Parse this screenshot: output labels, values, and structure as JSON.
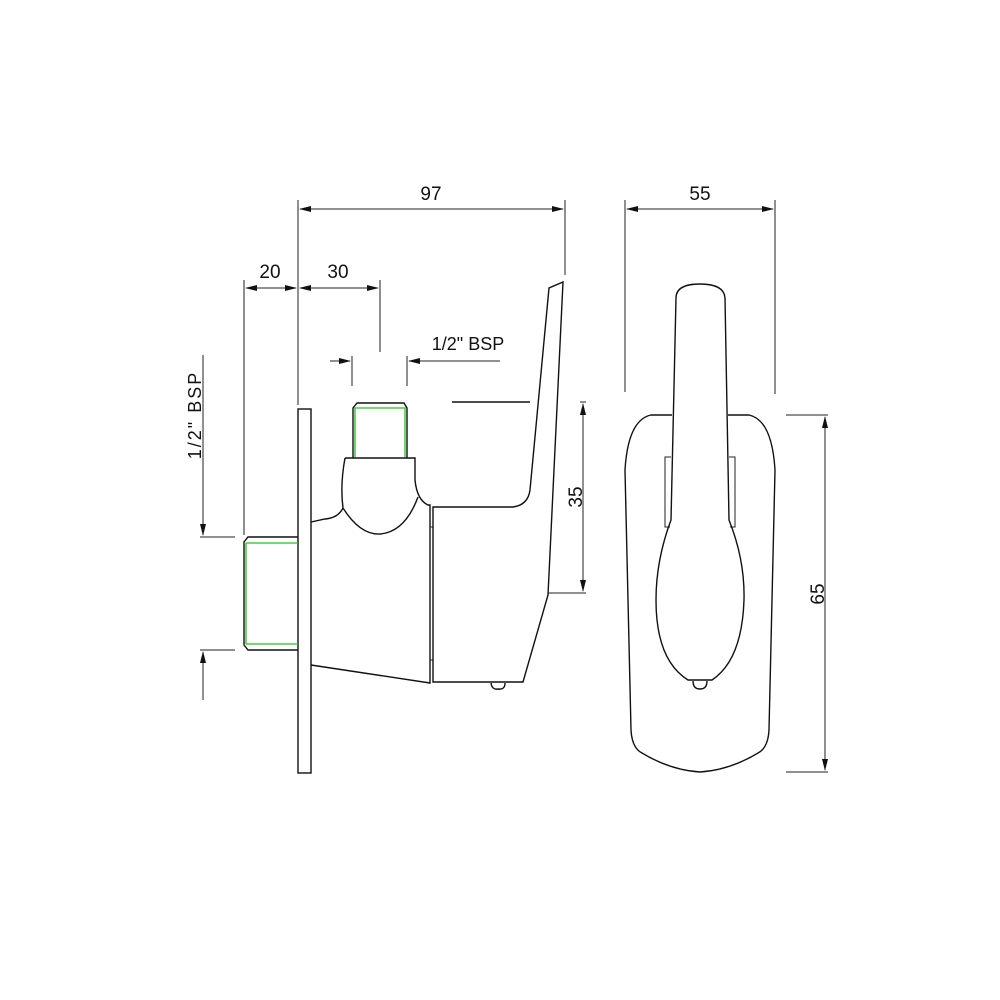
{
  "dimensions": {
    "overall_depth": "97",
    "front_width": "55",
    "front_height": "65",
    "inlet_length": "20",
    "outlet_offset": "30",
    "handle_height": "35",
    "outlet_thread": "1/2\" BSP",
    "inlet_thread": "1/2\" BSP"
  },
  "colors": {
    "line": "#111111",
    "thread": "#22c022"
  }
}
